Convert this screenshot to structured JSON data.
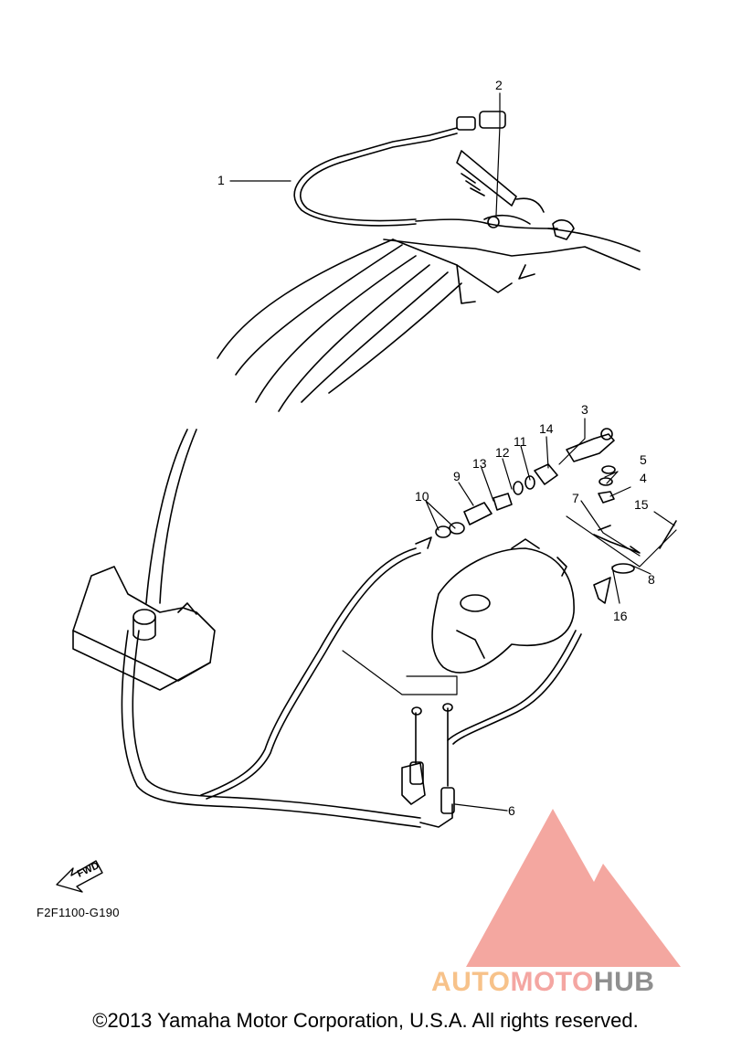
{
  "diagram_code": "F2F1100-G190",
  "copyright": "©2013 Yamaha Motor Corporation, U.S.A. All rights reserved.",
  "watermark": {
    "part1": "AUTO",
    "part2": "MOTO",
    "part3": "HUB",
    "colors": {
      "auto": "#f7c28a",
      "moto": "#f4a6a2",
      "hub": "#8f8f8f",
      "logo": "#f08a80"
    }
  },
  "fwd_label": "FWD",
  "callouts": [
    "1",
    "2",
    "3",
    "4",
    "5",
    "6",
    "7",
    "8",
    "9",
    "10",
    "11",
    "12",
    "13",
    "14",
    "15",
    "16"
  ]
}
